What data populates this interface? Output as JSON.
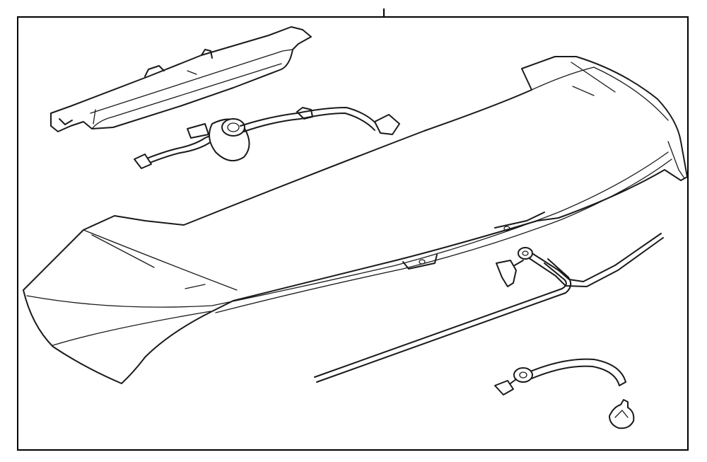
{
  "diagram": {
    "type": "exploded-parts-illustration",
    "background": "#ffffff",
    "line_color": "#1a1a1a",
    "parts": [
      "spoiler",
      "high-mount-stop-lamp",
      "lamp-wiring-harness",
      "washer-hose-upper",
      "washer-nozzle",
      "washer-hose-lower",
      "hose-connector",
      "retainer-clip"
    ]
  }
}
